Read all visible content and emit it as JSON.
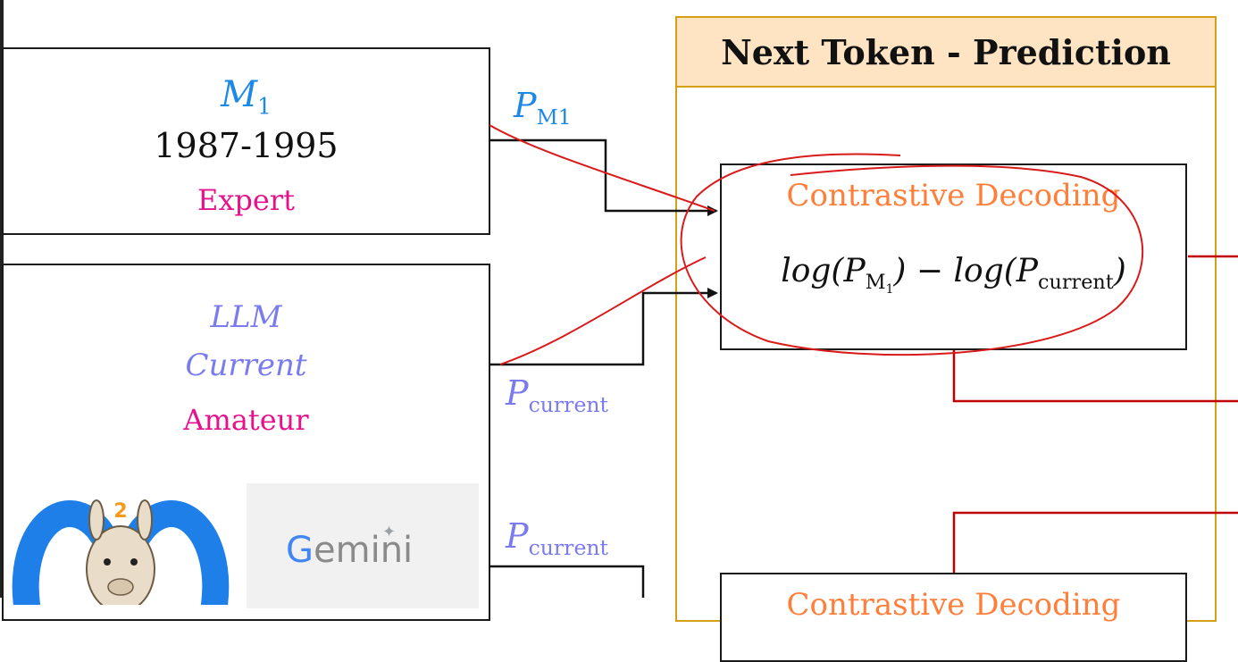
{
  "expert_box": {
    "model_symbol": "M",
    "model_subscript": "1",
    "years": "1987-1995",
    "role": "Expert"
  },
  "amateur_box": {
    "line1": "LLM",
    "line2": "Current",
    "role": "Amateur",
    "logos": [
      "meta-llama-2-logo",
      "gemini-logo"
    ],
    "gemini_text": "Gemini"
  },
  "edge_labels": {
    "p_m1": {
      "symbol": "P",
      "subscript": "M1"
    },
    "p_current_1": {
      "symbol": "P",
      "subscript": "current"
    },
    "p_current_2": {
      "symbol": "P",
      "subscript": "current"
    }
  },
  "next_token_panel": {
    "title": "Next Token - Prediction",
    "decoder_title": "Contrastive Decoding",
    "formula": {
      "lhs_fn": "log",
      "lhs_sym": "P",
      "lhs_sub": "M",
      "lhs_subsub": "1",
      "op": "−",
      "rhs_fn": "log",
      "rhs_sym": "P",
      "rhs_sub": "current"
    },
    "decoder_title_2": "Contrastive Decoding"
  },
  "colors": {
    "blue": "#1e88e5",
    "violet": "#7b7bf0",
    "magenta": "#e6128c",
    "orange": "#ff7f3a",
    "annotation_red": "#d91a1a",
    "panel_border": "#d4a017",
    "header_fill": "#ffe4c4",
    "connector_red": "#c00000"
  }
}
